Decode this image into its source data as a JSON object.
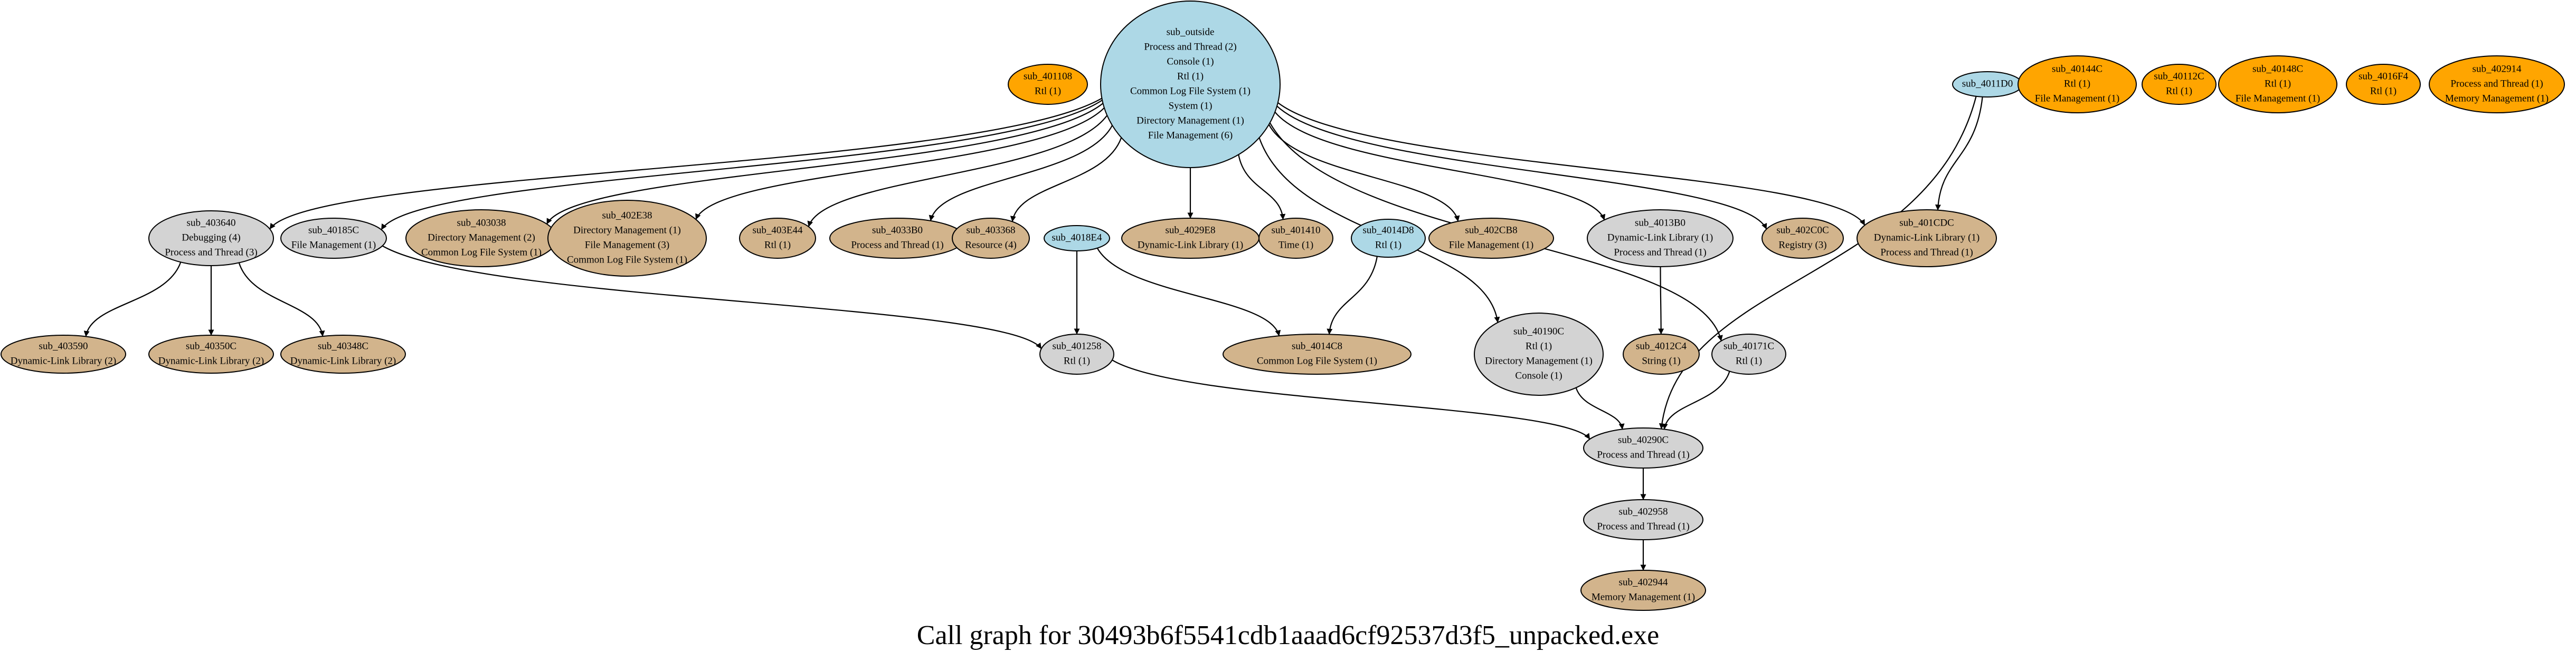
{
  "caption": "Call graph for 30493b6f5541cdb1aaad6cf92537d3f5_unpacked.exe",
  "colors": {
    "entry": "#add8e6",
    "internal": "#d3d3d3",
    "leaf": "#d2b48c",
    "orphan": "#ffa500",
    "stroke": "#000000",
    "background": "#ffffff"
  },
  "nodes": [
    {
      "id": "sub_outside",
      "kind": "entry",
      "lines": [
        "sub_outside",
        "Process and Thread (2)",
        "Console (1)",
        "Rtl (1)",
        "Common Log File System (1)",
        "System (1)",
        "Directory Management (1)",
        "File Management (6)"
      ]
    },
    {
      "id": "sub_4011D0",
      "kind": "entry",
      "lines": [
        "sub_4011D0"
      ]
    },
    {
      "id": "sub_4018E4",
      "kind": "entry",
      "lines": [
        "sub_4018E4"
      ]
    },
    {
      "id": "sub_4014D8",
      "kind": "entry",
      "lines": [
        "sub_4014D8",
        "Rtl (1)"
      ]
    },
    {
      "id": "sub_401108",
      "kind": "orphan",
      "lines": [
        "sub_401108",
        "Rtl (1)"
      ]
    },
    {
      "id": "sub_40144C",
      "kind": "orphan",
      "lines": [
        "sub_40144C",
        "Rtl (1)",
        "File Management (1)"
      ]
    },
    {
      "id": "sub_40112C",
      "kind": "orphan",
      "lines": [
        "sub_40112C",
        "Rtl (1)"
      ]
    },
    {
      "id": "sub_40148C",
      "kind": "orphan",
      "lines": [
        "sub_40148C",
        "Rtl (1)",
        "File Management (1)"
      ]
    },
    {
      "id": "sub_4016F4",
      "kind": "orphan",
      "lines": [
        "sub_4016F4",
        "Rtl (1)"
      ]
    },
    {
      "id": "sub_402914",
      "kind": "orphan",
      "lines": [
        "sub_402914",
        "Process and Thread (1)",
        "Memory Management (1)"
      ]
    },
    {
      "id": "sub_403640",
      "kind": "internal",
      "lines": [
        "sub_403640",
        "Debugging (4)",
        "Process and Thread (3)"
      ]
    },
    {
      "id": "sub_40185C",
      "kind": "internal",
      "lines": [
        "sub_40185C",
        "File Management (1)"
      ]
    },
    {
      "id": "sub_403038",
      "kind": "leaf",
      "lines": [
        "sub_403038",
        "Directory Management (2)",
        "Common Log File System (1)"
      ]
    },
    {
      "id": "sub_402E38",
      "kind": "leaf",
      "lines": [
        "sub_402E38",
        "Directory Management (1)",
        "File Management (3)",
        "Common Log File System (1)"
      ]
    },
    {
      "id": "sub_403E44",
      "kind": "leaf",
      "lines": [
        "sub_403E44",
        "Rtl (1)"
      ]
    },
    {
      "id": "sub_4033B0",
      "kind": "leaf",
      "lines": [
        "sub_4033B0",
        "Process and Thread (1)"
      ]
    },
    {
      "id": "sub_403368",
      "kind": "leaf",
      "lines": [
        "sub_403368",
        "Resource (4)"
      ]
    },
    {
      "id": "sub_4029E8",
      "kind": "leaf",
      "lines": [
        "sub_4029E8",
        "Dynamic-Link Library (1)"
      ]
    },
    {
      "id": "sub_401410",
      "kind": "leaf",
      "lines": [
        "sub_401410",
        "Time (1)"
      ]
    },
    {
      "id": "sub_402CB8",
      "kind": "leaf",
      "lines": [
        "sub_402CB8",
        "File Management (1)"
      ]
    },
    {
      "id": "sub_4013B0",
      "kind": "internal",
      "lines": [
        "sub_4013B0",
        "Dynamic-Link Library (1)",
        "Process and Thread (1)"
      ]
    },
    {
      "id": "sub_402C0C",
      "kind": "leaf",
      "lines": [
        "sub_402C0C",
        "Registry (3)"
      ]
    },
    {
      "id": "sub_401CDC",
      "kind": "leaf",
      "lines": [
        "sub_401CDC",
        "Dynamic-Link Library (1)",
        "Process and Thread (1)"
      ]
    },
    {
      "id": "sub_403590",
      "kind": "leaf",
      "lines": [
        "sub_403590",
        "Dynamic-Link Library (2)"
      ]
    },
    {
      "id": "sub_40350C",
      "kind": "leaf",
      "lines": [
        "sub_40350C",
        "Dynamic-Link Library (2)"
      ]
    },
    {
      "id": "sub_40348C",
      "kind": "leaf",
      "lines": [
        "sub_40348C",
        "Dynamic-Link Library (2)"
      ]
    },
    {
      "id": "sub_401258",
      "kind": "internal",
      "lines": [
        "sub_401258",
        "Rtl (1)"
      ]
    },
    {
      "id": "sub_4014C8",
      "kind": "leaf",
      "lines": [
        "sub_4014C8",
        "Common Log File System (1)"
      ]
    },
    {
      "id": "sub_40190C",
      "kind": "internal",
      "lines": [
        "sub_40190C",
        "Rtl (1)",
        "Directory Management (1)",
        "Console (1)"
      ]
    },
    {
      "id": "sub_4012C4",
      "kind": "leaf",
      "lines": [
        "sub_4012C4",
        "String (1)"
      ]
    },
    {
      "id": "sub_40171C",
      "kind": "internal",
      "lines": [
        "sub_40171C",
        "Rtl (1)"
      ]
    },
    {
      "id": "sub_40290C",
      "kind": "internal",
      "lines": [
        "sub_40290C",
        "Process and Thread (1)"
      ]
    },
    {
      "id": "sub_402958",
      "kind": "internal",
      "lines": [
        "sub_402958",
        "Process and Thread (1)"
      ]
    },
    {
      "id": "sub_402944",
      "kind": "leaf",
      "lines": [
        "sub_402944",
        "Memory Management (1)"
      ]
    }
  ],
  "edges": [
    [
      "sub_outside",
      "sub_403640"
    ],
    [
      "sub_outside",
      "sub_40185C"
    ],
    [
      "sub_outside",
      "sub_403038"
    ],
    [
      "sub_outside",
      "sub_402E38"
    ],
    [
      "sub_outside",
      "sub_403E44"
    ],
    [
      "sub_outside",
      "sub_4033B0"
    ],
    [
      "sub_outside",
      "sub_403368"
    ],
    [
      "sub_outside",
      "sub_4029E8"
    ],
    [
      "sub_outside",
      "sub_401410"
    ],
    [
      "sub_outside",
      "sub_402CB8"
    ],
    [
      "sub_outside",
      "sub_4013B0"
    ],
    [
      "sub_outside",
      "sub_402C0C"
    ],
    [
      "sub_outside",
      "sub_401CDC"
    ],
    [
      "sub_outside",
      "sub_40190C"
    ],
    [
      "sub_outside",
      "sub_40171C"
    ],
    [
      "sub_4011D0",
      "sub_401CDC"
    ],
    [
      "sub_4011D0",
      "sub_40290C"
    ],
    [
      "sub_403640",
      "sub_403590"
    ],
    [
      "sub_403640",
      "sub_40350C"
    ],
    [
      "sub_403640",
      "sub_40348C"
    ],
    [
      "sub_40185C",
      "sub_401258"
    ],
    [
      "sub_4018E4",
      "sub_401258"
    ],
    [
      "sub_4018E4",
      "sub_4014C8"
    ],
    [
      "sub_4014D8",
      "sub_4014C8"
    ],
    [
      "sub_4013B0",
      "sub_4012C4"
    ],
    [
      "sub_401258",
      "sub_40290C"
    ],
    [
      "sub_40190C",
      "sub_40290C"
    ],
    [
      "sub_40171C",
      "sub_40290C"
    ],
    [
      "sub_40290C",
      "sub_402958"
    ],
    [
      "sub_402958",
      "sub_402944"
    ]
  ]
}
